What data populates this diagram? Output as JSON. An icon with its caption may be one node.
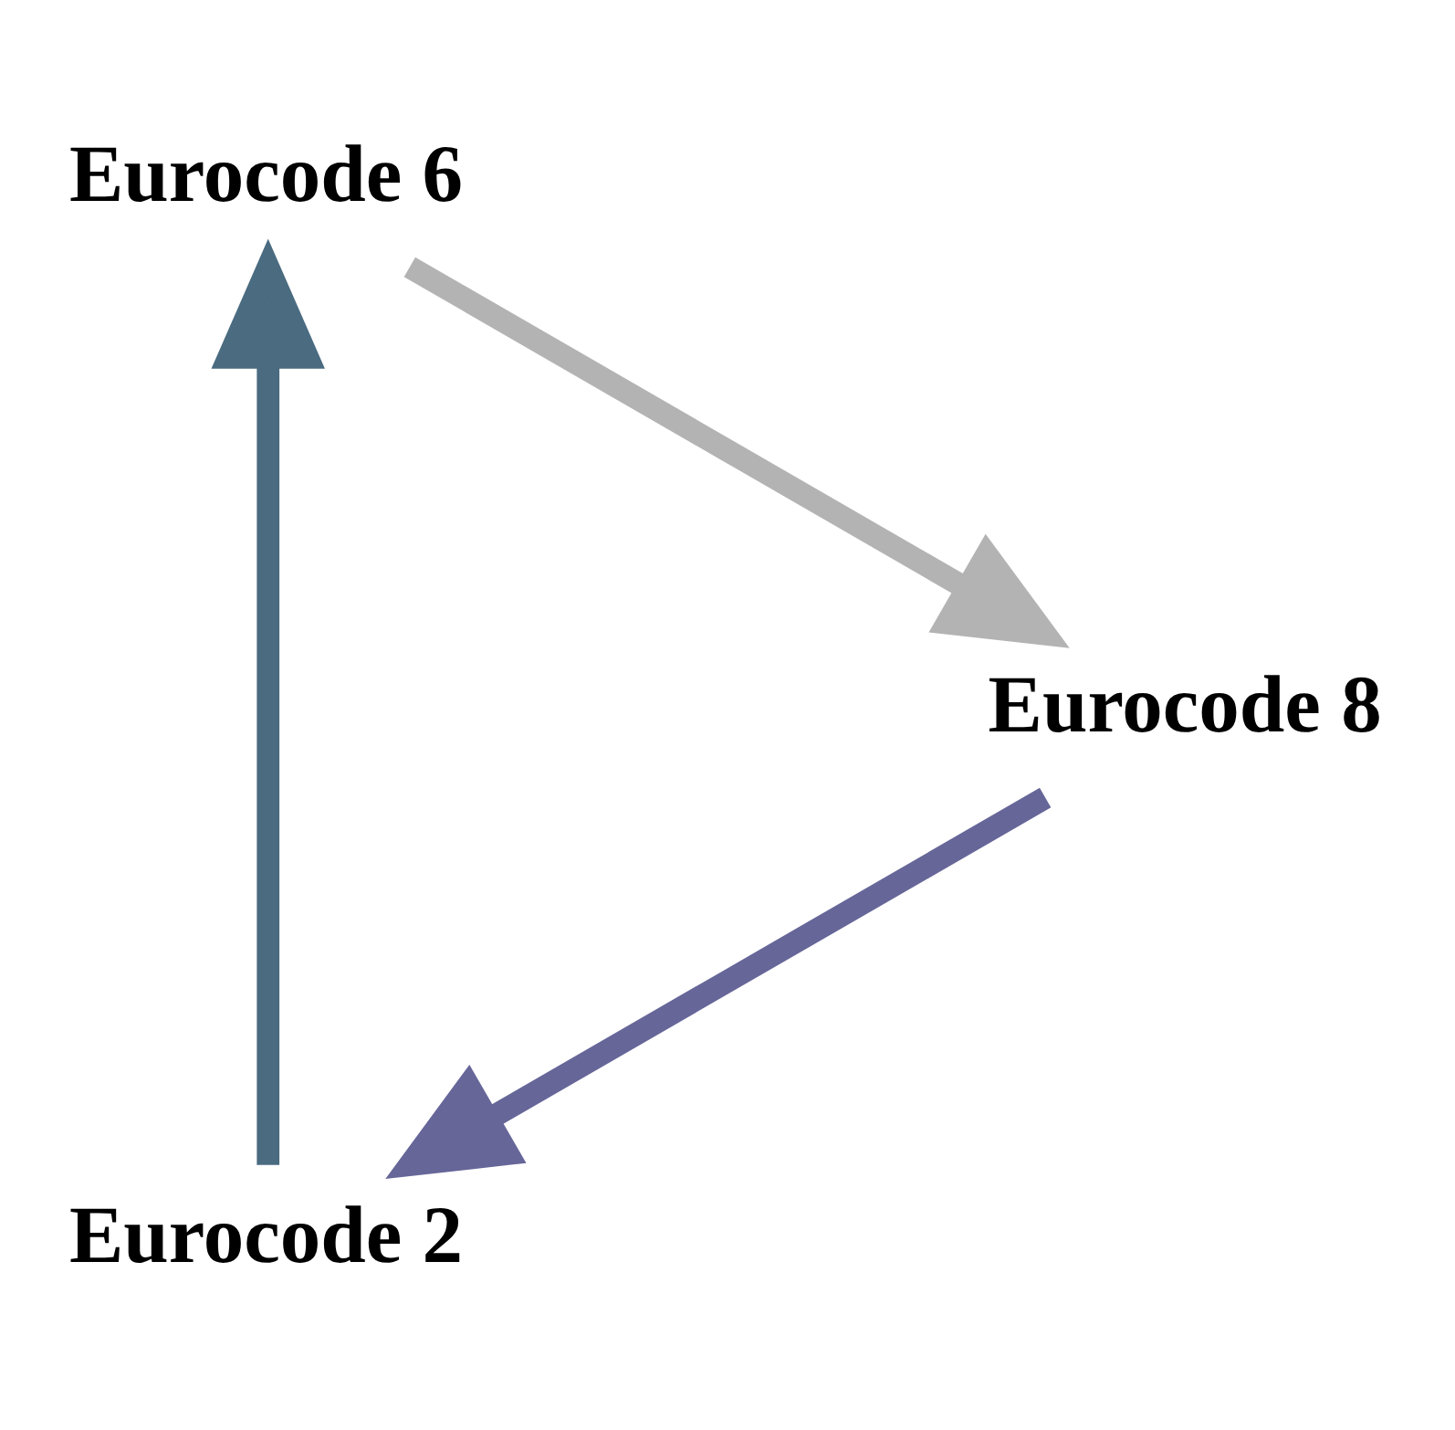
{
  "diagram": {
    "nodes": [
      {
        "text": [
          "Eurocode 2"
        ]
      },
      {
        "text": [
          "Eurocode 6"
        ]
      },
      {
        "text": [
          "Eurocode 8"
        ]
      }
    ],
    "edges": [
      {
        "from": 0,
        "to": 1,
        "arrow": "to",
        "color": "#4a6b80"
      },
      {
        "from": 1,
        "to": 2,
        "arrow": "to",
        "color": "#b3b3b3"
      },
      {
        "from": 2,
        "to": 0,
        "arrow": "to",
        "color": "#666699"
      }
    ]
  }
}
